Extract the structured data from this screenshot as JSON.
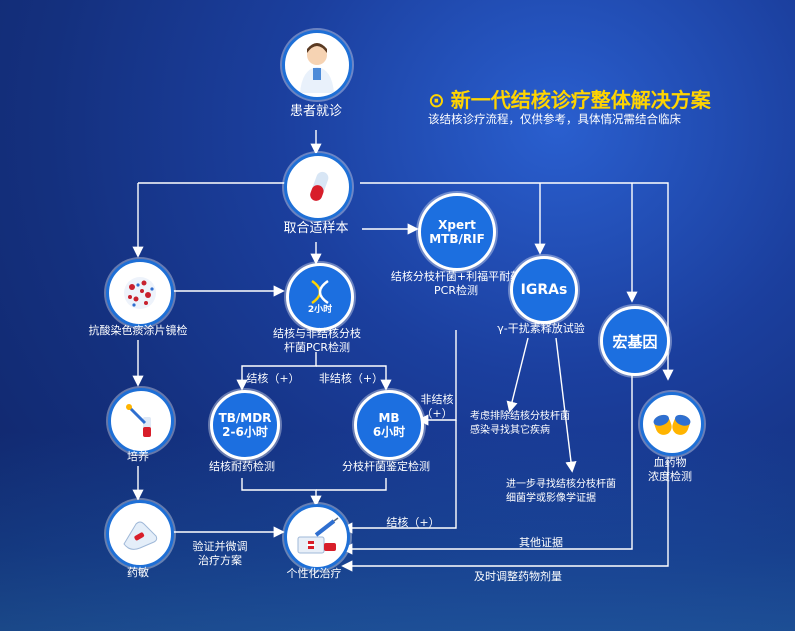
{
  "title": "新一代结核诊疗整体解决方案",
  "subtitle": "该结核诊疗流程，仅供参考，具体情况需结合临床",
  "nodes": {
    "patient": "患者就诊",
    "sample": "取合适样本",
    "xpert_line1": "Xpert",
    "xpert_line2": "MTB/RIF",
    "xpert_desc1": "结核分枝杆菌+利福平耐药",
    "xpert_desc2": "PCR检测",
    "smear": "抗酸染色痰涂片镜检",
    "pcr_badge": "2小时",
    "pcr_desc1": "结核与非结核分枝",
    "pcr_desc2": "杆菌PCR检测",
    "igras": "IGRAs",
    "igras_desc": "γ-干扰素释放试验",
    "mngs": "宏基因",
    "tb_mdr_line1": "TB/MDR",
    "tb_mdr_line2": "2-6小时",
    "tb_mdr_desc": "结核耐药检测",
    "mb_line1": "MB",
    "mb_line2": "6小时",
    "mb_desc": "分枝杆菌鉴定检测",
    "culture": "培养",
    "drug_sens": "药敏",
    "personal": "个性化治疗",
    "drug_conc1": "血药物",
    "drug_conc2": "浓度检测"
  },
  "edge_labels": {
    "tb_pos": "结核（+）",
    "ntm_pos": "非结核（+）",
    "ntm_pos_right1": "非结核",
    "ntm_pos_right2": "（+）",
    "exclude1": "考虑排除结核分枝杆菌",
    "exclude2": "感染寻找其它疾病",
    "further1": "进一步寻找结核分枝杆菌",
    "further2": "细菌学或影像学证据",
    "tb_pos_xpert": "结核（+）",
    "other_evidence": "其他证据",
    "verify1": "验证并微调",
    "verify2": "治疗方案",
    "adjust_dose": "及时调整药物剂量"
  },
  "colors": {
    "accent": "#ffd400",
    "node_blue": "#1c6fe0",
    "line": "#ffffff"
  }
}
